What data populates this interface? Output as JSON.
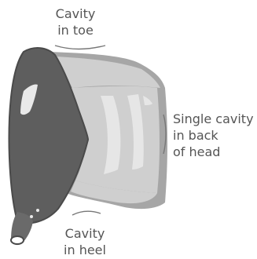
{
  "callouts": {
    "toe": {
      "line1": "Cavity",
      "line2": "in toe"
    },
    "back": {
      "line1": "Single cavity",
      "line2": "in back",
      "line3": "of head"
    },
    "heel": {
      "line1": "Cavity",
      "line2": "in heel"
    }
  },
  "colors": {
    "face": "#5e5e5e",
    "face_edge": "#4a4a4a",
    "face_highlight": "#e9e9e9",
    "body_outer": "#a6a6a6",
    "cavity": "#cfcfcf",
    "cavity_ridge": "#e6e6e6",
    "hosel": "#6a6a6a",
    "text": "#555555",
    "leader_line": "#777777"
  }
}
